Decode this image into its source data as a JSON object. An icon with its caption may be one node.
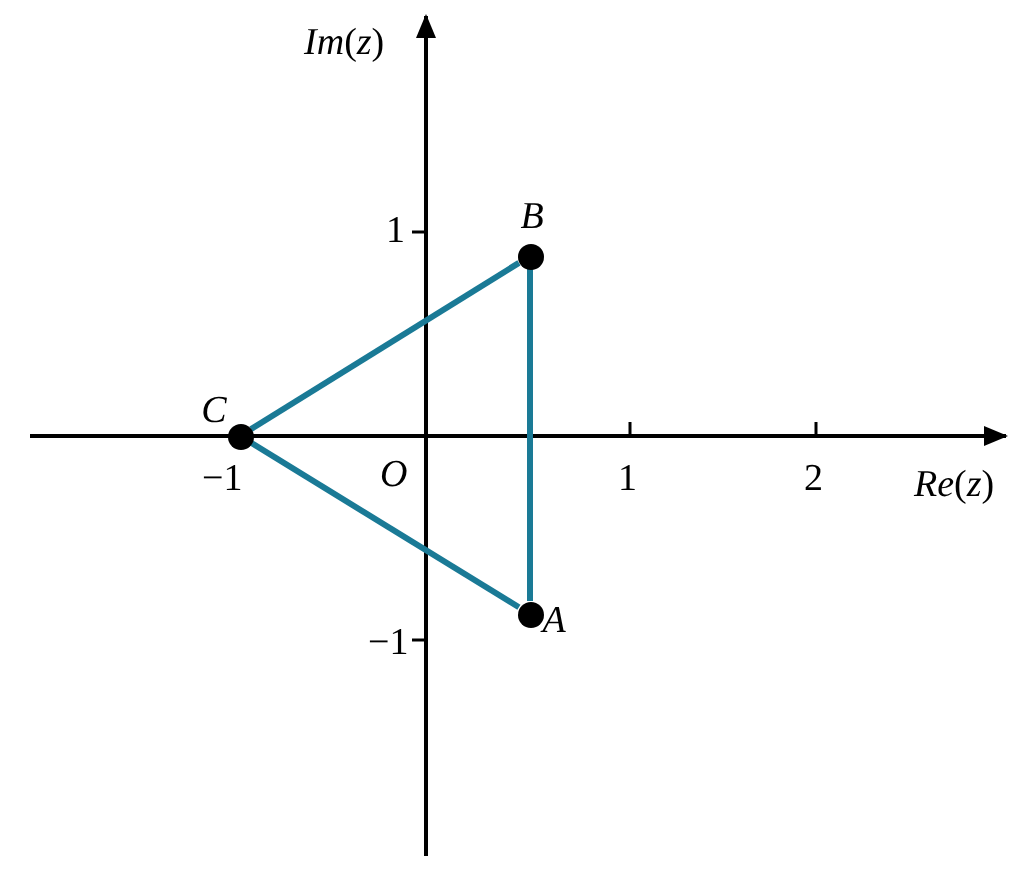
{
  "diagram": {
    "nodes": [
      {
        "text": [
          "C"
        ]
      },
      {
        "text": [
          "B"
        ]
      },
      {
        "text": [
          "A"
        ]
      }
    ],
    "edges": [
      {
        "from": 0,
        "to": 1,
        "arrow": "none"
      },
      {
        "from": 1,
        "to": 2,
        "arrow": "none"
      },
      {
        "from": 2,
        "to": 0,
        "arrow": "none"
      }
    ],
    "labels": [
      "*Im*(*z*)",
      "1",
      "−1",
      "O",
      "1",
      "2",
      "*Re*(*z*)",
      "−1"
    ]
  }
}
